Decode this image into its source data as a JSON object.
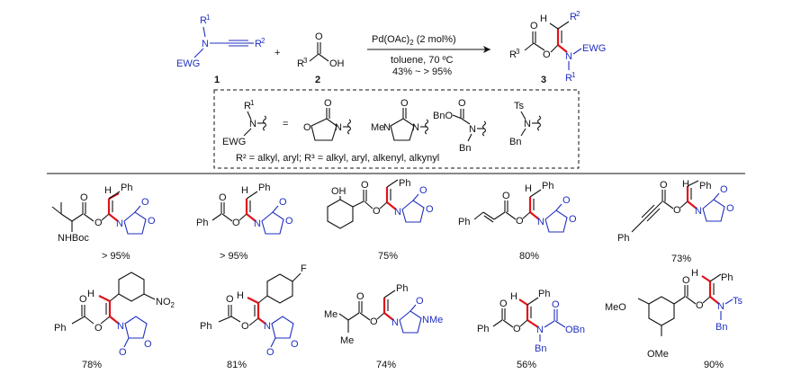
{
  "scheme": {
    "compound1_label": "1",
    "compound2_label": "2",
    "compound3_label": "3",
    "plus": "+",
    "r1": "R",
    "r1_sup": "1",
    "r2": "R",
    "r2_sup": "2",
    "r3": "R",
    "r3_sup": "3",
    "n": "N",
    "ewg": "EWG",
    "oh": "OH",
    "o": "O",
    "h": "H",
    "catalyst": "Pd(OAc)",
    "catalyst_sub": "2",
    "catalyst_loading": " (2 mol%)",
    "solvent": "toluene, 70 ºC",
    "yield_range": "43% ~ > 95%"
  },
  "box": {
    "equals": "=",
    "ewg_def": "R² = alkyl, aryl; R³ = alkyl, aryl, alkenyl, alkynyl",
    "me": "Me",
    "bno": "BnO",
    "bn": "Bn",
    "ts": "Ts"
  },
  "products": [
    {
      "id": "p1",
      "label": "NHBoc",
      "yield": "> 95%"
    },
    {
      "id": "p2",
      "label": "Ph",
      "yield": "> 95%"
    },
    {
      "id": "p3",
      "label": "OH",
      "yield": "75%"
    },
    {
      "id": "p4",
      "label": "Ph",
      "yield": "80%"
    },
    {
      "id": "p5",
      "label": "Ph",
      "yield": "73%"
    },
    {
      "id": "p6",
      "label": "NO₂",
      "yield": "78%"
    },
    {
      "id": "p7",
      "label": "F",
      "yield": "81%"
    },
    {
      "id": "p8",
      "label": "NMe",
      "yield": "74%"
    },
    {
      "id": "p9",
      "label": "OBn",
      "yield": "56%"
    },
    {
      "id": "p10",
      "label": "OMe",
      "yield": "90%"
    }
  ],
  "atoms": {
    "ph": "Ph",
    "me": "Me",
    "meo": "MeO",
    "ome": "OMe",
    "bn": "Bn",
    "ts": "Ts",
    "n": "N",
    "o": "O",
    "h": "H",
    "f": "F",
    "no2": "NO",
    "no2_sub": "2",
    "nme": "NMe",
    "obn": "OBn",
    "nhboc": "NHBoc",
    "oh": "OH"
  }
}
